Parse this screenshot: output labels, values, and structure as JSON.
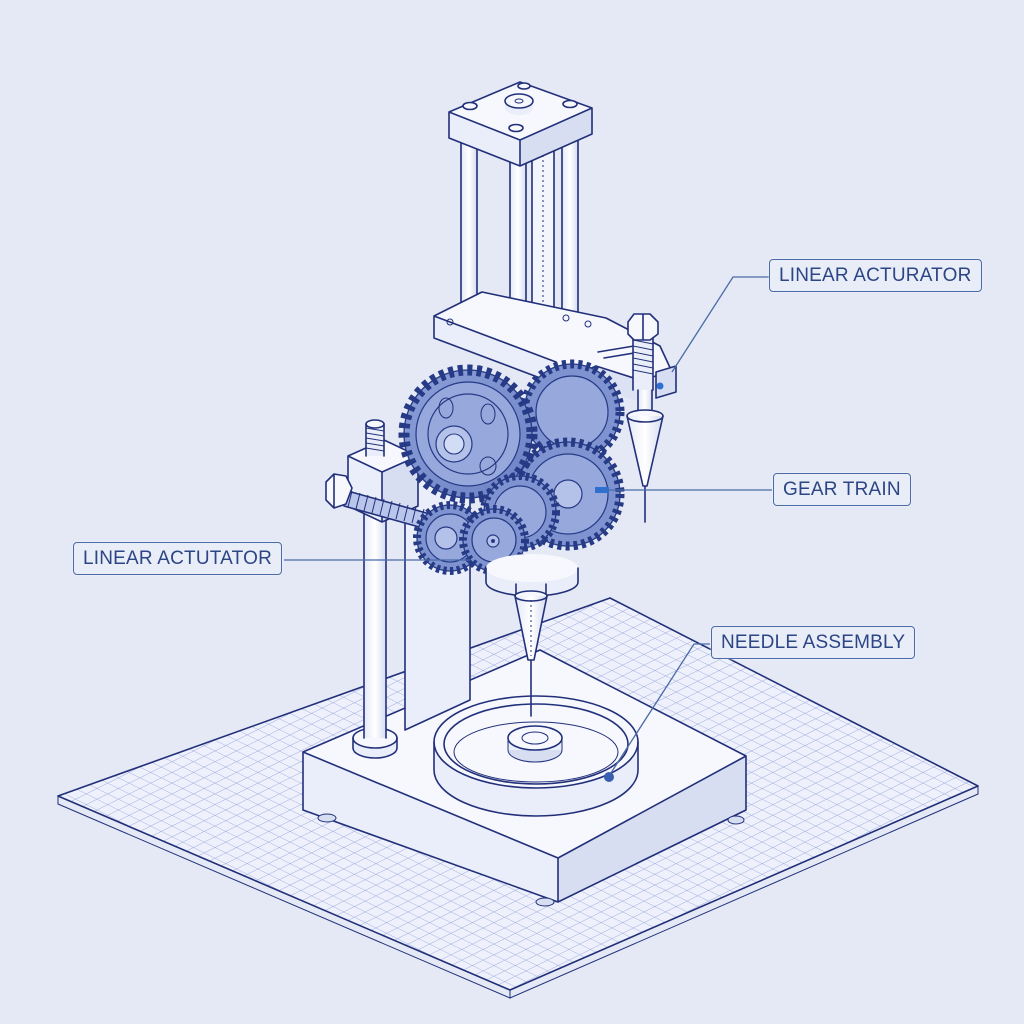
{
  "diagram": {
    "subject": "needle mechanism on stand (isometric blueprint)",
    "background_color": "#e4e9f5",
    "line_color": "#22307a",
    "gear_color": "#7e93d0",
    "label_text_color": "#2c4584",
    "label_border_color": "#4a6aa8",
    "marker_color": "#2f6fd0"
  },
  "callouts": [
    {
      "id": "linear-actuator-right",
      "text": "LINEAR ACTURATOR"
    },
    {
      "id": "gear-train",
      "text": "GEAR TRAIN"
    },
    {
      "id": "linear-actuator-left",
      "text": "LINEAR ACTUTATOR"
    },
    {
      "id": "needle-assembly",
      "text": "NEEDLE ASSEMBLY"
    }
  ]
}
